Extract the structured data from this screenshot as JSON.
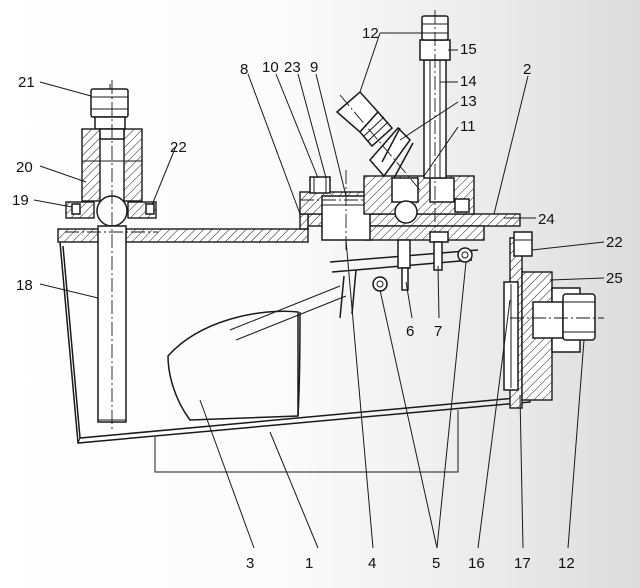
{
  "callouts": {
    "c1": "1",
    "c2": "2",
    "c3": "3",
    "c4": "4",
    "c5": "5",
    "c6": "6",
    "c7": "7",
    "c8": "8",
    "c9": "9",
    "c10": "10",
    "c11": "11",
    "c12a": "12",
    "c12b": "12",
    "c13": "13",
    "c14": "14",
    "c15": "15",
    "c16": "16",
    "c17": "17",
    "c18": "18",
    "c19": "19",
    "c20": "20",
    "c21": "21",
    "c22a": "22",
    "c22b": "22",
    "c23": "23",
    "c24": "24",
    "c25": "25"
  }
}
